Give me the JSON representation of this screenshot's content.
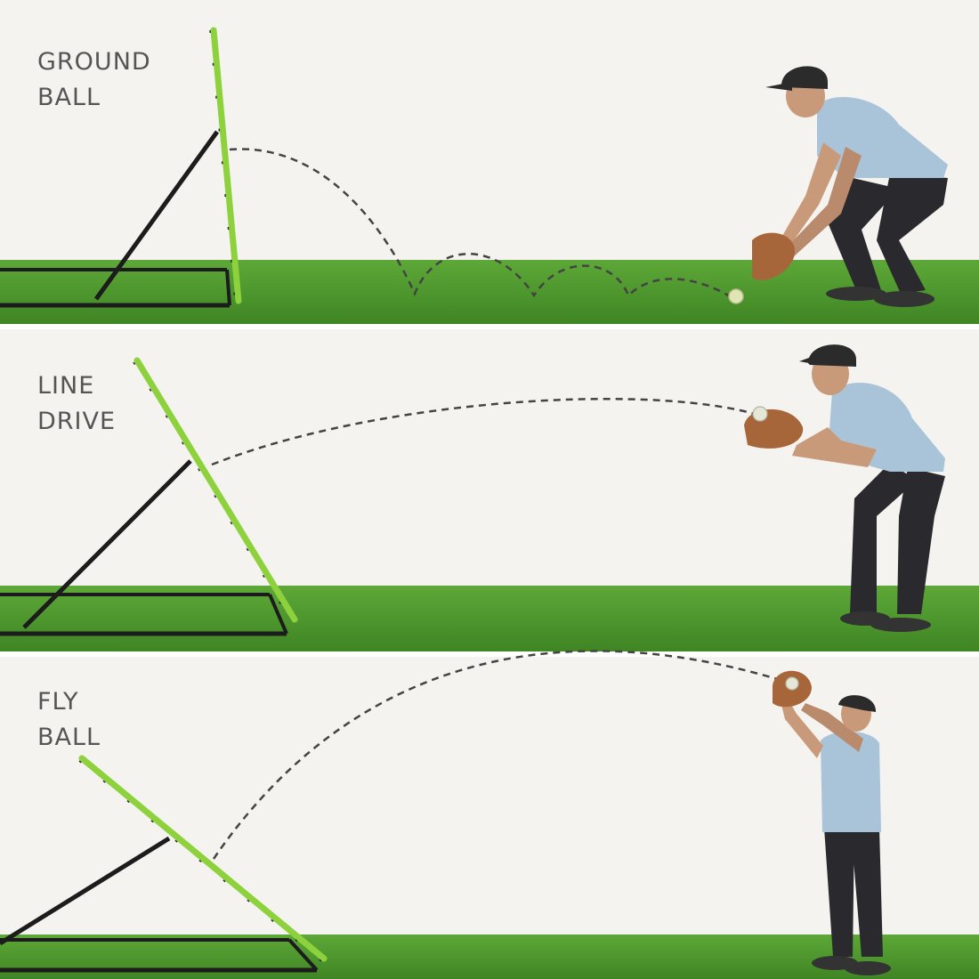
{
  "panels": [
    {
      "id": "ground-ball",
      "label_line1": "GROUND",
      "label_line2": "BALL"
    },
    {
      "id": "line-drive",
      "label_line1": "LINE",
      "label_line2": "DRIVE"
    },
    {
      "id": "fly-ball",
      "label_line1": "FLY",
      "label_line2": "BALL"
    }
  ],
  "colors": {
    "wall": "#f4f3ef",
    "grass": "#4f9a2e",
    "grass_dark": "#3d7f22",
    "net_frame": "#8dd13c",
    "net_stand": "#1c1c1c",
    "ball_path": "#444444",
    "shirt": "#a9c4d8",
    "pants": "#2a2a2e",
    "cap": "#2b2b2b",
    "skin": "#c99a7a",
    "glove": "#a7663a",
    "text": "#555555"
  },
  "icons": [
    "rebounder-net-icon",
    "ball-trajectory-icon",
    "fielder-figure-icon",
    "baseball-glove-icon"
  ]
}
